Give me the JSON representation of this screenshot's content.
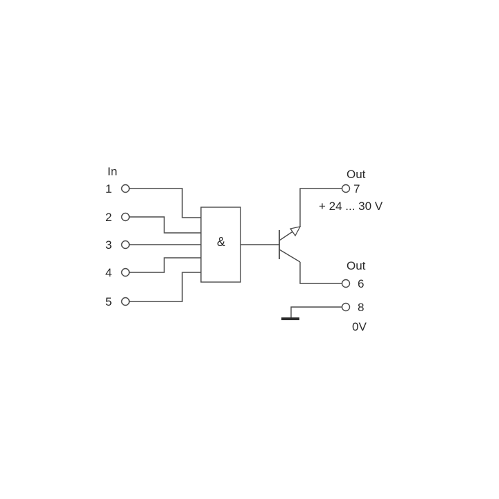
{
  "inputs": {
    "header": "In",
    "terminals": [
      "1",
      "2",
      "3",
      "4",
      "5"
    ]
  },
  "gate": {
    "symbol": "&"
  },
  "outputs": {
    "top": {
      "header": "Out",
      "terminal": "7",
      "supply": "+ 24 ... 30 V"
    },
    "bottom": {
      "header": "Out",
      "terminal": "6"
    },
    "ground": {
      "terminal": "8",
      "label": "0V"
    }
  }
}
